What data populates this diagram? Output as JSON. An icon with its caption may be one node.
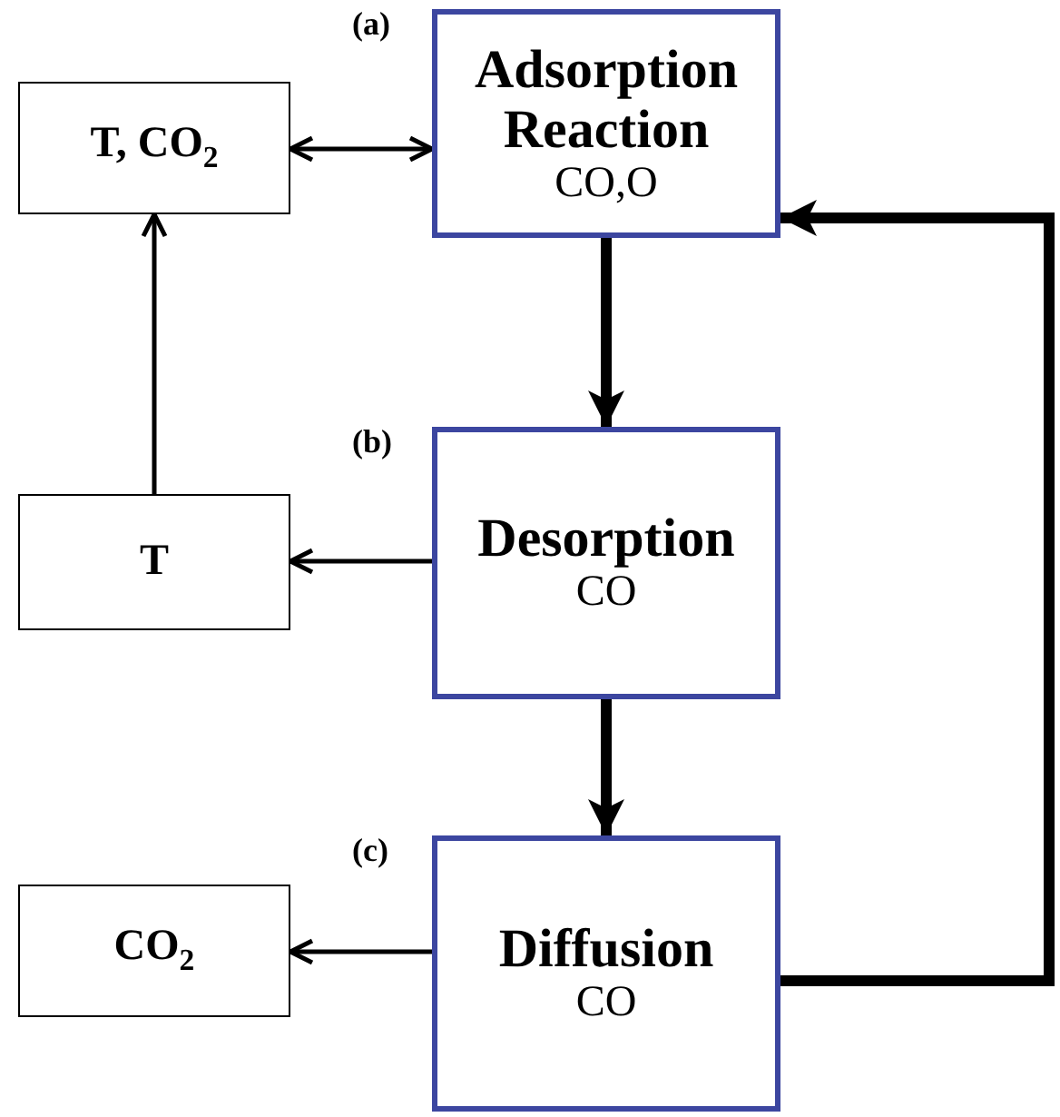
{
  "diagram": {
    "nodes": [
      {
        "text": [
          "T, CO$_{2}$"
        ]
      },
      {
        "text": [
          "Adsorption Reaction",
          "CO,O"
        ],
        "beside": [
          "(a)"
        ]
      },
      {
        "text": [
          "T"
        ]
      },
      {
        "text": [
          "Desorption",
          "CO"
        ],
        "beside": [
          "(b)"
        ]
      },
      {
        "text": [
          "CO$_{2}$"
        ]
      },
      {
        "text": [
          "Diffusion",
          "CO"
        ],
        "beside": [
          "(c)"
        ]
      }
    ],
    "edges": [
      {
        "from": 0,
        "to": 1,
        "arrow": "both"
      },
      {
        "from": 2,
        "to": 0,
        "arrow": "to"
      },
      {
        "from": 1,
        "to": 3,
        "arrow": "to",
        "style": "thick"
      },
      {
        "from": 3,
        "to": 2,
        "arrow": "to"
      },
      {
        "from": 3,
        "to": 5,
        "arrow": "to",
        "style": "thick"
      },
      {
        "from": 5,
        "to": 4,
        "arrow": "to"
      },
      {
        "from": 5,
        "to": 1,
        "arrow": "to",
        "style": "thick"
      }
    ]
  }
}
